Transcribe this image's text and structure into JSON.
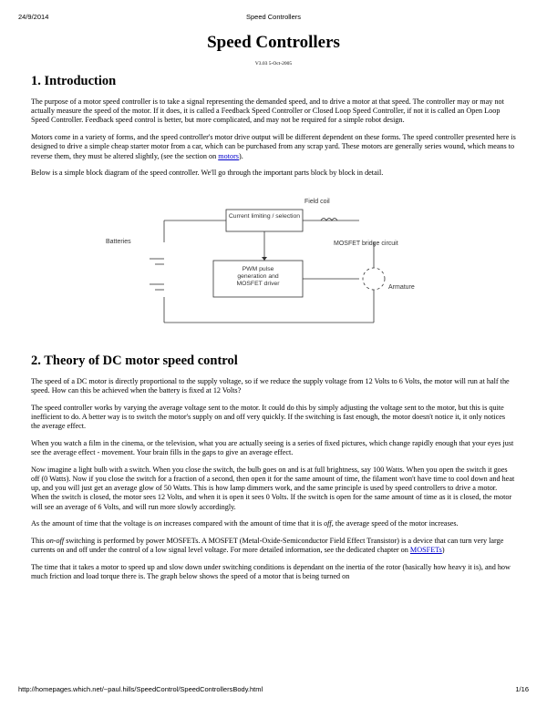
{
  "header": {
    "date": "24/9/2014",
    "page_title": "Speed Controllers"
  },
  "title": "Speed Controllers",
  "version": "V3.03 5-Oct-2005",
  "sections": {
    "intro": {
      "heading": "1. Introduction",
      "p1": "The purpose of a motor speed controller is to take a signal representing the demanded speed, and to drive a motor at that speed. The controller may or may not actually measure the speed of the motor. If it does, it is called a Feedback Speed Controller or Closed Loop Speed Controller, if not it is called an Open Loop Speed Controller. Feedback speed control is better, but more complicated, and may not be required for a simple robot design.",
      "p2_before": "Motors come in a variety of forms, and the speed controller's motor drive output will be different dependent on these forms. The speed controller presented here is designed to drive a simple cheap starter motor from a car, which can be purchased from any scrap yard. These motors are generally series wound, which means to reverse them, they must be altered slightly, (see the section on ",
      "p2_link": "motors",
      "p2_after": ").",
      "p3": "Below is a simple block diagram of the speed controller. We'll go through the important parts block by block in detail."
    },
    "diagram": {
      "field_label": "Field coil",
      "current_box": "Current limiting / selection",
      "batteries": "Batteries",
      "mosfet_bridge": "MOSFET bridge circuit",
      "pwm_line1": "PWM pulse",
      "pwm_line2": "generation and",
      "pwm_line3": "MOSFET driver",
      "armature": "Armature"
    },
    "theory": {
      "heading": "2. Theory of DC motor speed control",
      "p1": "The speed of a DC motor is directly proportional to the supply voltage, so if we reduce the supply voltage from 12 Volts to 6 Volts, the motor will run at half the speed. How can this be achieved when the battery is fixed at 12 Volts?",
      "p2": "The speed controller works by varying the average voltage sent to the motor. It could do this by simply adjusting the voltage sent to the motor, but this is quite inefficient to do. A better way is to switch the motor's supply on and off very quickly. If the switching is fast enough, the motor doesn't notice it, it only notices the average effect.",
      "p3": "When you watch a film in the cinema, or the television, what you are actually seeing is a series of fixed pictures, which change rapidly enough that your eyes just see the average effect - movement. Your brain fills in the gaps to give an average effect.",
      "p4": "Now imagine a light bulb with a switch. When you close the switch, the bulb goes on and is at full brightness, say 100 Watts. When you open the switch it goes off (0 Watts). Now if you close the switch for a fraction of a second, then open it for the same amount of time, the filament won't have time to cool down and heat up, and you will just get an average glow of 50 Watts. This is how lamp dimmers work, and the same principle is used by speed controllers to drive a motor. When the switch is closed, the motor sees 12 Volts, and when it is open it sees 0 Volts. If the switch is open for the same amount of time as it is closed, the motor will see an average of 6 Volts, and will run more slowly accordingly.",
      "p5_a": "As the amount of time that the voltage is ",
      "p5_on": "on",
      "p5_b": " increases compared with the amount of time that it is ",
      "p5_off": "off",
      "p5_c": ", the average speed of the motor increases.",
      "p6_a": "This ",
      "p6_em": "on-off",
      "p6_b": " switching is performed by power MOSFETs. A MOSFET (Metal-Oxide-Semiconductor Field Effect Transistor) is a device that can turn very large currents on and off under the control of a low signal level voltage. For more detailed information, see the dedicated chapter on ",
      "p6_link": "MOSFETs",
      "p6_c": ")",
      "p7": "The time that it takes a motor to speed up and slow down under switching conditions is dependant on the inertia of the rotor (basically how heavy it is), and how much friction and load torque there is. The graph below shows the speed of a motor that is being turned on"
    }
  },
  "footer": {
    "url": "http://homepages.which.net/~paul.hills/SpeedControl/SpeedControllersBody.html",
    "page": "1/16"
  }
}
